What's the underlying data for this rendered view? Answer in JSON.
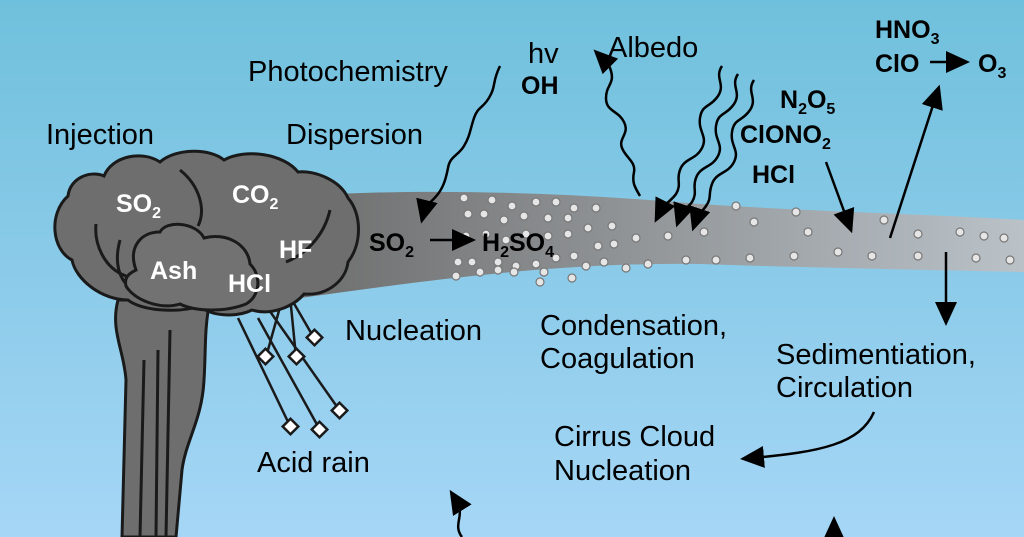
{
  "colors": {
    "sky_top": "#6fc0dc",
    "sky_bottom": "#a6d6f6",
    "plume": "#6e6e6e",
    "plume_light": "#b9c1c6",
    "stroke": "#1a1a1a",
    "particle": "#e6e6e6",
    "text": "#000000",
    "text_light": "#ffffff"
  },
  "labels": {
    "injection": "Injection",
    "photochemistry": "Photochemistry",
    "dispersion": "Dispersion",
    "albedo": "Albedo",
    "nucleation": "Nucleation",
    "condensation": "Condensation,",
    "coagulation": "Coagulation",
    "sedimentation": "Sedimentiation,",
    "circulation": "Circulation",
    "cirrus1": "Cirrus Cloud",
    "cirrus2": "Nucleation",
    "acid_rain": "Acid rain"
  },
  "plume_species": {
    "so2": "SO",
    "so2_sub": "2",
    "co2": "CO",
    "co2_sub": "2",
    "ash": "Ash",
    "hf": "HF",
    "hcl": "HCl"
  },
  "reaction": {
    "reactant": "SO",
    "reactant_sub": "2",
    "product_h": "H",
    "product_h_sub": "2",
    "product_so": "SO",
    "product_so_sub": "4"
  },
  "photo_species": {
    "hv": "hv",
    "oh": "OH"
  },
  "strat_species": {
    "n2o5_n": "N",
    "n2o5_n_sub": "2",
    "n2o5_o": "O",
    "n2o5_o_sub": "5",
    "clono2": "ClONO",
    "clono2_sub": "2",
    "hcl": "HCl"
  },
  "ozone_reaction": {
    "hno3": "HNO",
    "hno3_sub": "3",
    "clo": "ClO",
    "o3": "O",
    "o3_sub": "3"
  }
}
